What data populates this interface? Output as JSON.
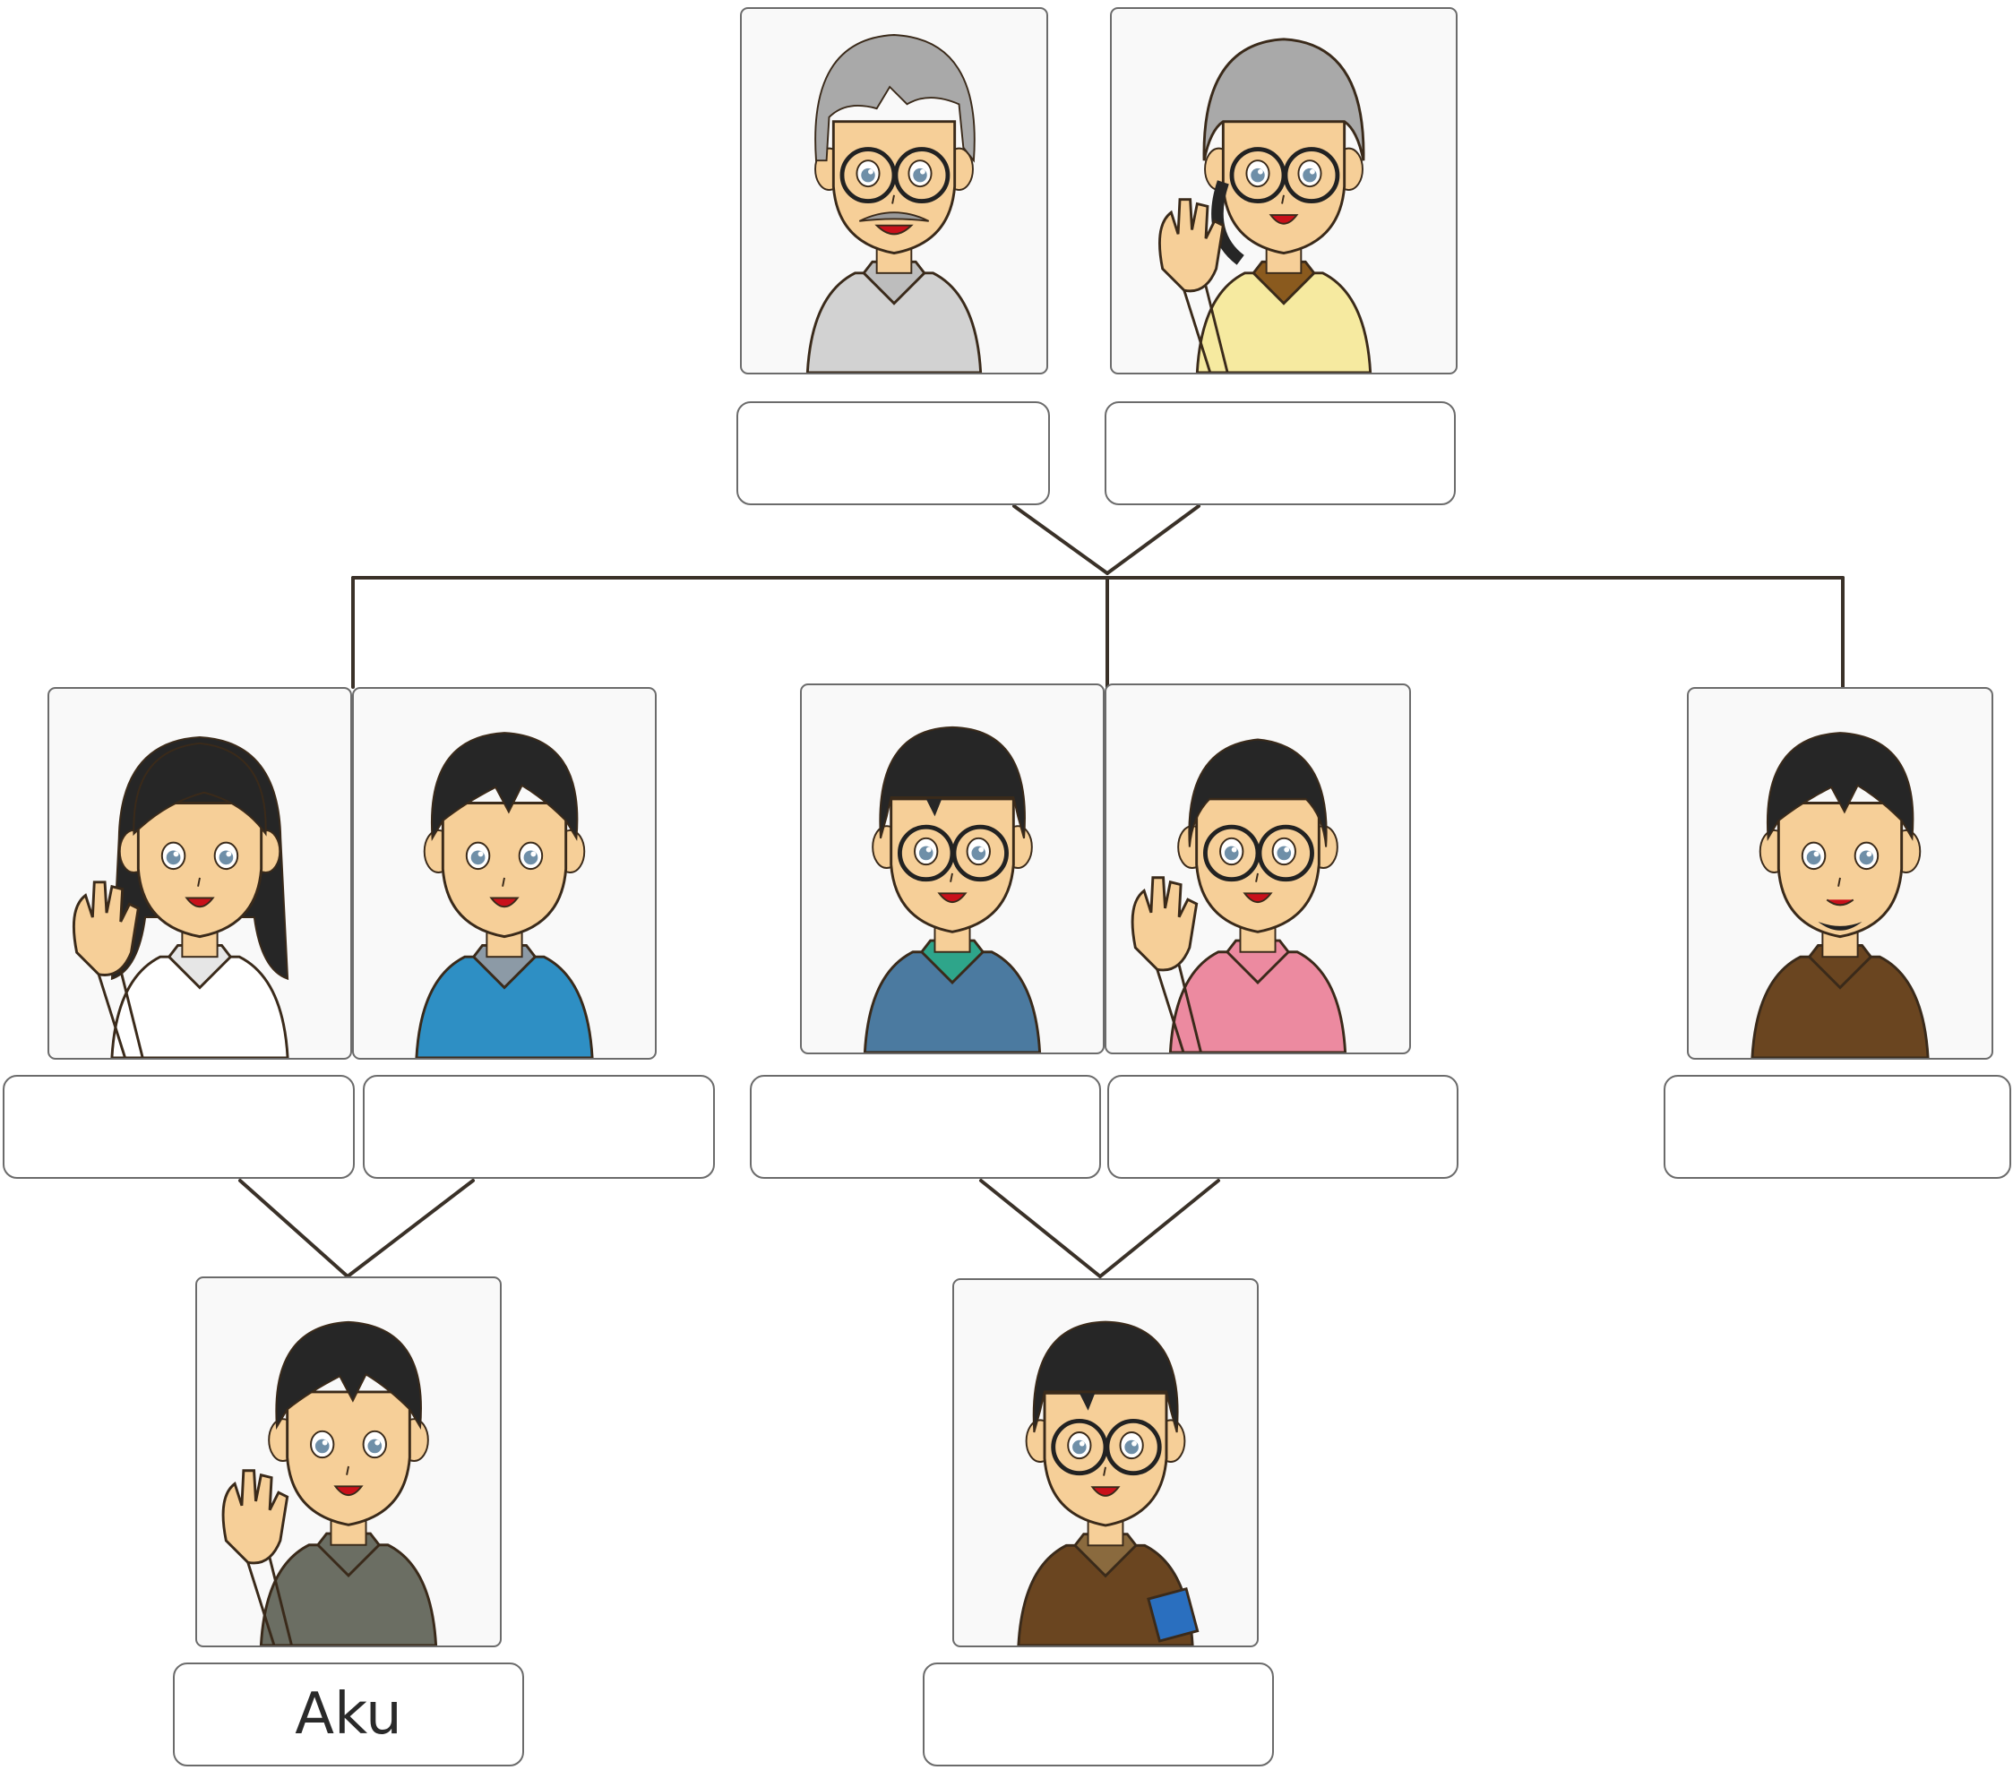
{
  "diagram": {
    "labels": {
      "grandfather": "",
      "grandmother": "",
      "mother": "",
      "father": "",
      "uncle": "",
      "aunt": "",
      "uncle_right": "",
      "me": "Aku",
      "cousin": ""
    },
    "colors": {
      "line": "#3a3128",
      "border": "#6b6b6b",
      "skin": "#f6cf98",
      "hair_dark": "#262626",
      "hair_grey": "#a9a9a9"
    },
    "people": [
      {
        "id": "grandfather",
        "hair": "grey-man",
        "glasses": true,
        "mustache": true,
        "shirt": "#d2d2d2",
        "collar": "#bdbdbd"
      },
      {
        "id": "grandmother",
        "hair": "grey-woman",
        "glasses": true,
        "wave": true,
        "shirt": "#f6eaa0",
        "collar": "#8a5a1e"
      },
      {
        "id": "mother",
        "hair": "long",
        "wave": true,
        "shirt": "#ffffff",
        "collar": "#e6e6e6"
      },
      {
        "id": "father",
        "hair": "short",
        "shirt": "#2e8fc4",
        "collar": "#8c9aa6"
      },
      {
        "id": "uncle",
        "hair": "bowl",
        "glasses": true,
        "shirt": "#4b7aa0",
        "collar": "#2ea58a"
      },
      {
        "id": "aunt",
        "hair": "bob",
        "glasses": true,
        "wave": true,
        "shirt": "#ec8aa0",
        "collar": "#ec8aa0"
      },
      {
        "id": "uncle_right",
        "hair": "short",
        "beard": true,
        "shirt": "#6a4520",
        "collar": "#6a4520"
      },
      {
        "id": "me",
        "hair": "short",
        "wave": true,
        "shirt": "#6b6e63",
        "collar": "#6b6e63"
      },
      {
        "id": "cousin",
        "hair": "bowl",
        "glasses": true,
        "book": true,
        "shirt": "#6a4520",
        "collar": "#8a6a3e"
      }
    ]
  }
}
